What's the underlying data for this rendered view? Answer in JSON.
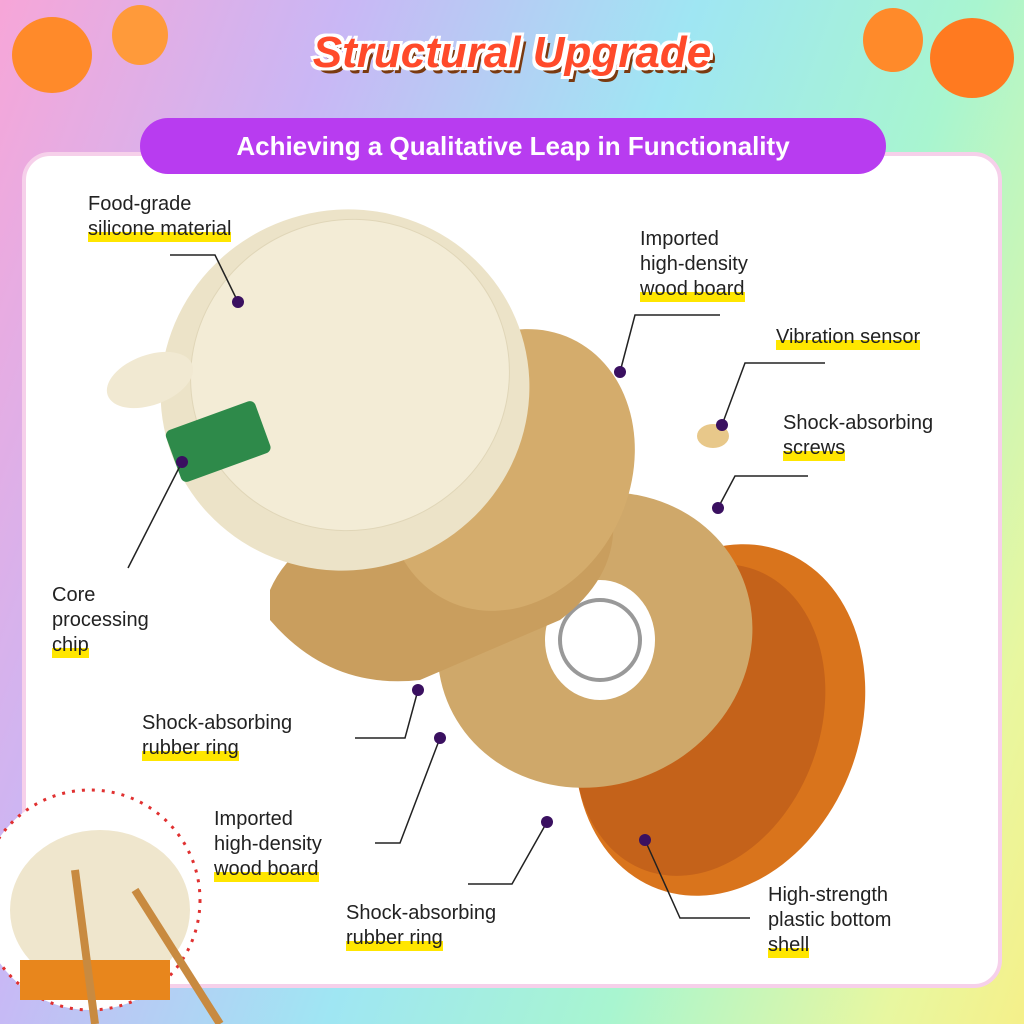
{
  "header": {
    "title": "Structural Upgrade",
    "subtitle": "Achieving a Qualitative Leap in Functionality"
  },
  "labels": [
    {
      "id": "silicone",
      "lines": [
        "Food-grade",
        "silicone material"
      ]
    },
    {
      "id": "wood-top",
      "lines": [
        "Imported",
        "high-density",
        "wood board"
      ]
    },
    {
      "id": "sensor",
      "lines": [
        "Vibration sensor"
      ]
    },
    {
      "id": "screws",
      "lines": [
        "Shock-absorbing",
        "screws"
      ]
    },
    {
      "id": "chip",
      "lines": [
        "Core",
        "processing",
        "chip"
      ]
    },
    {
      "id": "ring-1",
      "lines": [
        "Shock-absorbing",
        "rubber ring"
      ]
    },
    {
      "id": "wood-bottom",
      "lines": [
        "Imported",
        "high-density",
        "wood board"
      ]
    },
    {
      "id": "ring-2",
      "lines": [
        "Shock-absorbing",
        "rubber ring"
      ]
    },
    {
      "id": "shell",
      "lines": [
        "High-strength",
        "plastic bottom",
        "shell"
      ]
    }
  ],
  "colors": {
    "accent": "#b83cf0",
    "highlight": "#ffe600",
    "title": "#ff4a2a"
  }
}
